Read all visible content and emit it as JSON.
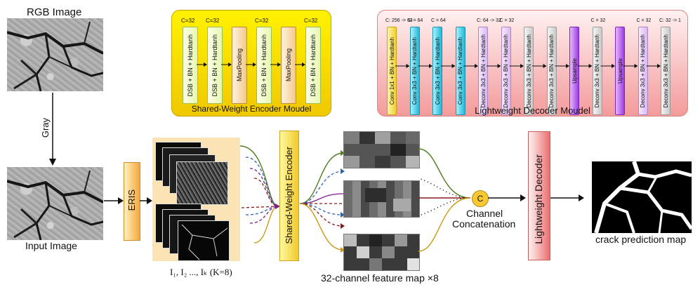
{
  "labels": {
    "rgb_image": "RGB Image",
    "gray": "Gray",
    "input_image": "Input Image",
    "eris": "ERIS",
    "stack_caption": "I₁, I₂ ..., Iₖ  (K=8)",
    "shared_encoder": "Shared-Weight Encoder",
    "feature_caption": "32-channel feature map ×8",
    "concat_symbol": "C",
    "channel_concat_1": "Channel",
    "channel_concat_2": "Concatenation",
    "lightweight_decoder": "Lightweight Decoder",
    "crack_map": "crack prediction map"
  },
  "encoder_module": {
    "title": "Shared-Weight Encoder Moudel",
    "blocks": [
      {
        "label": "DSB + BN + Hardtanh",
        "channels": "C=32",
        "kind": "dsb"
      },
      {
        "label": "DSB + BN + Hardtanh",
        "channels": "C=32",
        "kind": "dsb"
      },
      {
        "label": "MaxPooling",
        "channels": "",
        "kind": "mp"
      },
      {
        "label": "DSB + BN + Hardtanh",
        "channels": "C=32",
        "kind": "dsb"
      },
      {
        "label": "MaxPooling",
        "channels": "",
        "kind": "mp"
      },
      {
        "label": "DSB + BN + Hardtanh",
        "channels": "C=32",
        "kind": "dsb"
      }
    ]
  },
  "decoder_module": {
    "title": "Lightweight Decoder Moudel",
    "blocks": [
      {
        "label": "Conv 1x1 + BN + Hardtanh",
        "channels": "C: 256 -> 64",
        "color": "yellow"
      },
      {
        "label": "Conv 3x3 + BN + Hardtanh",
        "channels": "C = 64",
        "color": "cyan"
      },
      {
        "label": "Conv 3x3 + BN + Hardtanh",
        "channels": "C = 64",
        "color": "cyan"
      },
      {
        "label": "Conv 3x3 + BN + Hardtanh",
        "channels": "",
        "color": "cyan"
      },
      {
        "label": "Deconv 3x3 + BN + Hardtanh",
        "channels": "C: 64 -> 32",
        "color": "lilac"
      },
      {
        "label": "Deconv 3x3 + BN + Hardtanh",
        "channels": "C = 32",
        "color": "lilac"
      },
      {
        "label": "Deconv 3x3 + BN + Hardtanh",
        "channels": "",
        "color": "gray"
      },
      {
        "label": "Deconv 3x3 + BN + Hardtanh",
        "channels": "",
        "color": "gray"
      },
      {
        "label": "Upsample",
        "channels": "",
        "color": "purple"
      },
      {
        "label": "Deconv 3x3 + BN + Hardtanh",
        "channels": "C = 32",
        "color": "gray"
      },
      {
        "label": "Upsample",
        "channels": "",
        "color": "purple"
      },
      {
        "label": "Deconv 3x3 + BN + Hardtanh",
        "channels": "C = 32",
        "color": "lilac"
      },
      {
        "label": "Deconv 3x3 + BN + Hardtanh",
        "channels": "C: 32 -> 1",
        "color": "gray"
      }
    ]
  },
  "colors": {
    "encoder_module_bg": "#f4d400",
    "decoder_module_bg": "#f5a5a5",
    "arrow_green": "#4f7d1e",
    "arrow_blue": "#2a63b5",
    "arrow_purple": "#7a1f8a",
    "arrow_red": "#8a1a1a",
    "arrow_gold": "#c89a12"
  }
}
